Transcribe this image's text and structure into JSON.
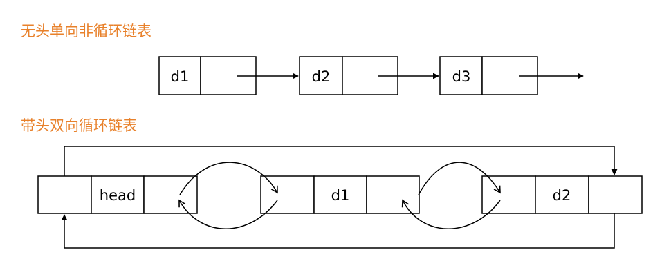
{
  "titles": {
    "singly_linked": "无头单向非循环链表",
    "doubly_linked": "带头双向循环链表"
  },
  "singly_nodes": [
    "d1",
    "d2",
    "d3"
  ],
  "doubly_nodes": [
    "head",
    "d1",
    "d2"
  ],
  "colors": {
    "title": "#e8812b",
    "stroke": "#000000",
    "background": "#ffffff"
  }
}
